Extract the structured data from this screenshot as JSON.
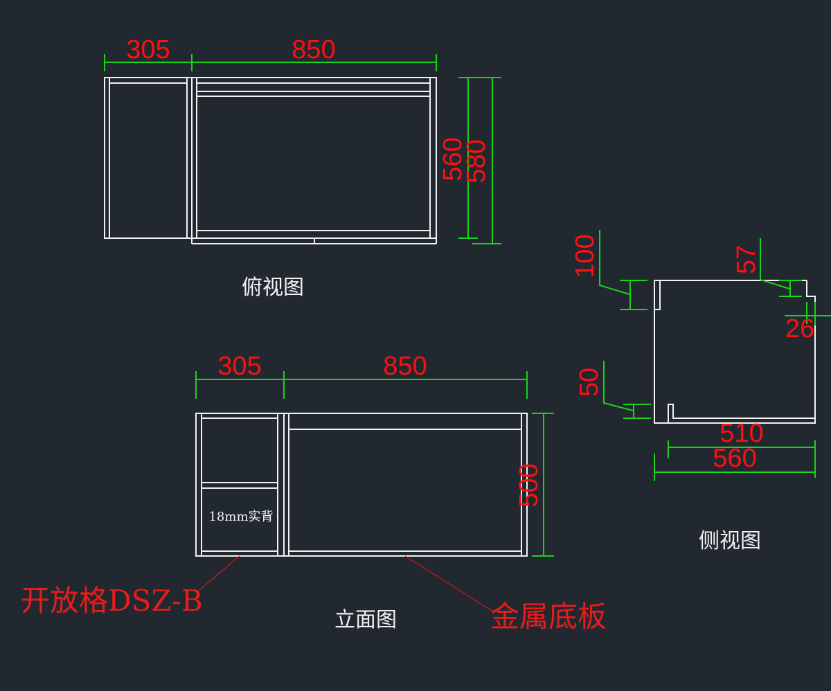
{
  "colors": {
    "background": "#212830",
    "geometry": "#f2f2f2",
    "dimension_line": "#19d419",
    "dimension_text": "#ff1010",
    "leader": "#d01818"
  },
  "top_view": {
    "title": "俯视图",
    "dims": {
      "width_left": "305",
      "width_right": "850",
      "depth_inner": "560",
      "depth_outer": "580"
    }
  },
  "side_view": {
    "title": "侧视图",
    "dims": {
      "top_left": "100",
      "top_right": "57",
      "notch": "26",
      "bottom_left": "50",
      "inner_depth": "510",
      "outer_depth": "560"
    }
  },
  "front_view": {
    "title": "立面图",
    "dims": {
      "width_left": "305",
      "width_right": "850",
      "height": "500"
    },
    "note": "18mm实背",
    "callouts": {
      "open_shelf": "开放格DSZ-B",
      "metal_base": "金属底板"
    }
  }
}
